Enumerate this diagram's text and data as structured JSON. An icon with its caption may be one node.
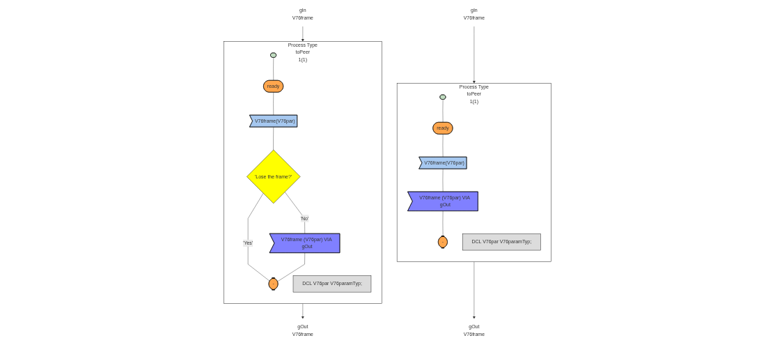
{
  "diagram": {
    "nodes": [
      {
        "text": [
          "Process Type",
          "toPeer",
          "1(1)"
        ]
      },
      {
        "text": [],
        "shape": "oval",
        "in": 0
      },
      {
        "text": [
          "ready"
        ],
        "in": 0
      },
      {
        "text": [
          "V76frame(V76par)"
        ],
        "in": 0
      },
      {
        "text": [
          "'Lose the frame?'"
        ],
        "in": 0
      },
      {
        "text": [
          "V76frame (V76par) VIA gOut"
        ],
        "in": 0
      },
      {
        "text": [
          "-"
        ],
        "in": 0
      },
      {
        "text": [
          "DCL V76par V76paramTyp;"
        ],
        "in": 0
      },
      {
        "text": [
          "gIn",
          "V76frame"
        ]
      },
      {
        "text": [
          "gOut",
          "V76frame"
        ]
      },
      {
        "text": [
          "Process Type",
          "toPeer",
          "1(1)"
        ]
      },
      {
        "text": [],
        "shape": "oval",
        "in": 10
      },
      {
        "text": [
          "ready"
        ],
        "in": 10
      },
      {
        "text": [
          "V76frame(V76par)"
        ],
        "in": 10
      },
      {
        "text": [
          "V76frame (V76par) VIA gOut"
        ],
        "in": 10
      },
      {
        "text": [
          "-"
        ],
        "in": 10
      },
      {
        "text": [
          "DCL V76par V76paramTyp;"
        ],
        "in": 10
      },
      {
        "text": [
          "gIn",
          "V76frame"
        ]
      },
      {
        "text": [
          "gOut",
          "V76frame"
        ]
      }
    ],
    "edges": [
      {
        "from": 8,
        "to": 0,
        "arrow": "to"
      },
      {
        "from": 0,
        "to": 9,
        "arrow": "to"
      },
      {
        "from": 1,
        "to": 2,
        "arrow": "none"
      },
      {
        "from": 2,
        "to": 3,
        "arrow": "none"
      },
      {
        "from": 3,
        "to": 4,
        "arrow": "none"
      },
      {
        "from": 4,
        "to": 5,
        "label": "'No'",
        "arrow": "none"
      },
      {
        "from": 4,
        "to": 6,
        "label": "'Yes'",
        "arrow": "none"
      },
      {
        "from": 5,
        "to": 6,
        "arrow": "none"
      },
      {
        "from": 17,
        "to": 10,
        "arrow": "to"
      },
      {
        "from": 10,
        "to": 18,
        "arrow": "to"
      },
      {
        "from": 11,
        "to": 12,
        "arrow": "none"
      },
      {
        "from": 12,
        "to": 13,
        "arrow": "none"
      },
      {
        "from": 13,
        "to": 14,
        "arrow": "none"
      },
      {
        "from": 14,
        "to": 15,
        "arrow": "none"
      }
    ]
  }
}
